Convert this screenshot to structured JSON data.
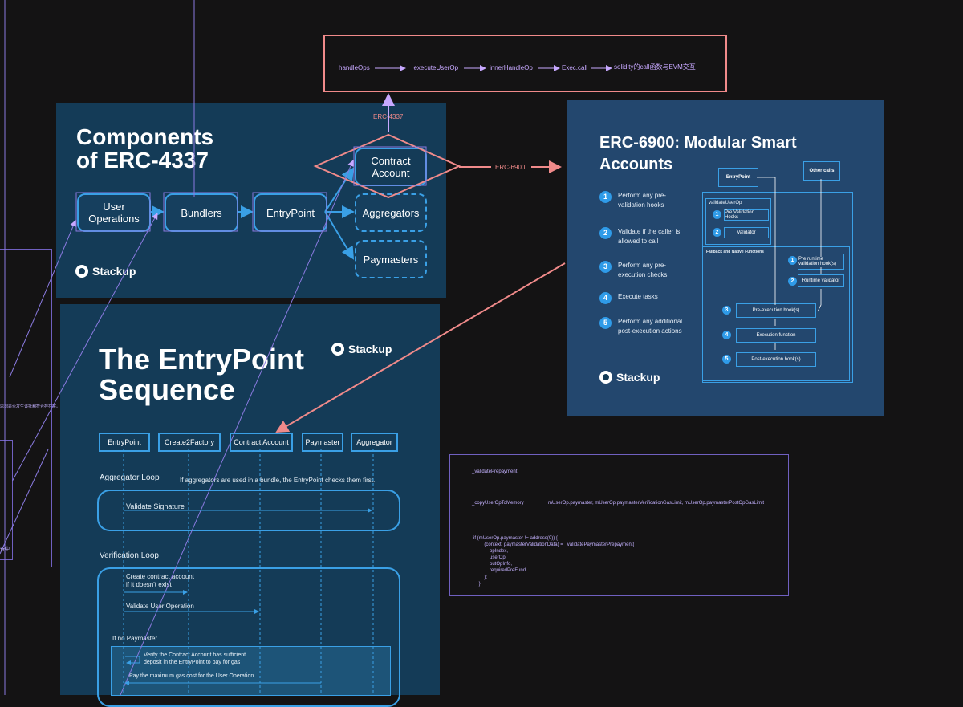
{
  "components": {
    "title": "Components\nof ERC-4337",
    "nodes": {
      "user_operations": "User\nOperations",
      "bundlers": "Bundlers",
      "entrypoint": "EntryPoint",
      "contract_account": "Contract\nAccount",
      "aggregators": "Aggregators",
      "paymasters": "Paymasters"
    },
    "brand": "Stackup"
  },
  "chain": {
    "items": [
      "handleOps",
      "_executeUserOp",
      "innerHandleOp",
      "Exec.call",
      "solidity的call函数与EVM交互"
    ]
  },
  "edge_labels": {
    "erc4337": "ERC-4337",
    "erc6900": "ERC-6900"
  },
  "erc6900": {
    "title": "ERC-6900: Modular Smart\nAccounts",
    "steps": [
      {
        "num": "1",
        "text": "Perform any pre-validation hooks"
      },
      {
        "num": "2",
        "text": "Validate if the caller is allowed to call"
      },
      {
        "num": "3",
        "text": "Perform any pre-execution checks"
      },
      {
        "num": "4",
        "text": "Execute tasks"
      },
      {
        "num": "5",
        "text": "Perform any additional post-execution actions"
      }
    ],
    "diagram": {
      "entrypoint": "EntryPoint",
      "other_calls": "Other calls",
      "validate_user_op": "validateUserOp",
      "pre_validation_hooks": "Pre Validation Hooks",
      "validator": "Validator",
      "fallback_title": "Fallback and Native Functions",
      "pre_runtime_hooks": "Pre runtime validation hook(s)",
      "runtime_validator": "Runtime validator",
      "pre_execution_hooks": "Pre-execution hook(s)",
      "execution_function": "Execution function",
      "post_execution_hooks": "Post-execution hook(s)"
    },
    "brand": "Stackup"
  },
  "sequence": {
    "title": "The EntryPoint\nSequence",
    "brand": "Stackup",
    "lanes": [
      "EntryPoint",
      "Create2Factory",
      "Contract Account",
      "Paymaster",
      "Aggregator"
    ],
    "aggregator_loop": "Aggregator Loop",
    "aggregator_note": "If aggregators are used in a bundle, the EntryPoint checks them first.",
    "validate_signature": "Validate Signature",
    "verification_loop": "Verification Loop",
    "create_contract": "Create contract account\nif it doesn't exist",
    "validate_user_op": "Validate User Operation",
    "if_no_paymaster": "If no Paymaster",
    "verify_deposit": "Verify the Contract Account has sufficient\ndeposit in the EntryPoint to pay for gas",
    "pay_max_gas": "Pay the maximum gas cost for the User Operation"
  },
  "code": {
    "validate_prepayment": "_validatePrepayment",
    "copy_user_op": "_copyUserOpToMemory",
    "copy_fields": "mUserOp.paymaster, mUserOp.paymasterVerificationGasLimit, mUserOp.paymasterPostOpGasLimit",
    "snippet": "if (mUserOp.paymaster != address(0)) {\n        (context, paymasterValidationData) = _validatePaymasterPrepayment(\n            opIndex,\n            userOp,\n            outOpInfo,\n            requiredPreFund\n        );\n    }"
  },
  "fragments": {
    "cn_left": "思想是否发生该批和符合存在实。",
    "cn_mid": "备中"
  }
}
